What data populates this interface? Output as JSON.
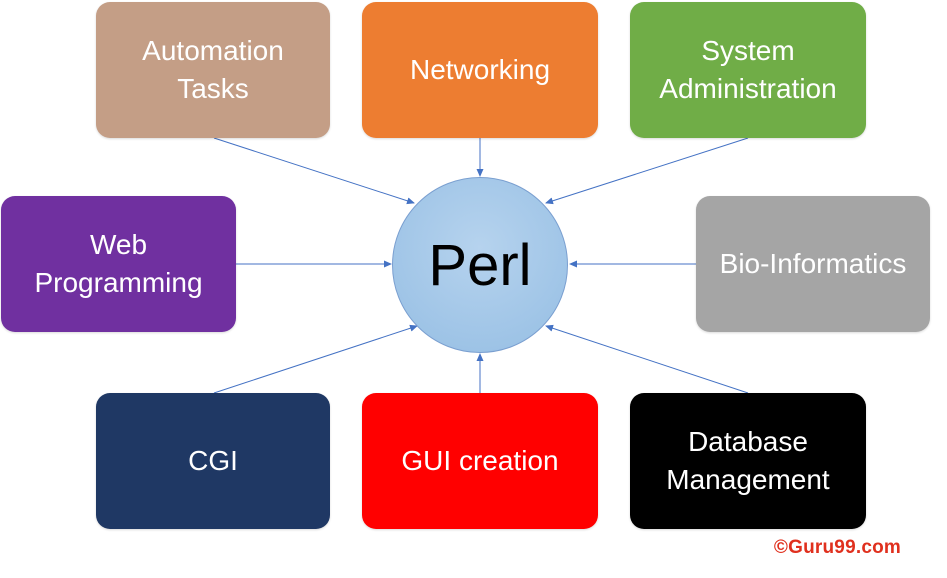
{
  "center": {
    "label": "Perl",
    "color": "#9dc3e6"
  },
  "nodes": [
    {
      "id": "automation-tasks",
      "label": "Automation\nTasks",
      "color": "#c49e86"
    },
    {
      "id": "networking",
      "label": "Networking",
      "color": "#ed7d31"
    },
    {
      "id": "system-administration",
      "label": "System\nAdministration",
      "color": "#70ad47"
    },
    {
      "id": "web-programming",
      "label": "Web\nProgramming",
      "color": "#7030a0"
    },
    {
      "id": "bio-informatics",
      "label": "Bio-Informatics",
      "color": "#a5a5a5"
    },
    {
      "id": "cgi",
      "label": "CGI",
      "color": "#1f3864"
    },
    {
      "id": "gui-creation",
      "label": "GUI creation",
      "color": "#ff0000"
    },
    {
      "id": "database-management",
      "label": "Database\nManagement",
      "color": "#000000"
    }
  ],
  "edges": [
    {
      "from": "automation-tasks",
      "to": "perl"
    },
    {
      "from": "networking",
      "to": "perl"
    },
    {
      "from": "system-administration",
      "to": "perl"
    },
    {
      "from": "web-programming",
      "to": "perl"
    },
    {
      "from": "bio-informatics",
      "to": "perl"
    },
    {
      "from": "cgi",
      "to": "perl"
    },
    {
      "from": "gui-creation",
      "to": "perl"
    },
    {
      "from": "database-management",
      "to": "perl"
    }
  ],
  "arrow_color": "#4472c4",
  "watermark": {
    "text": "©Guru99.com",
    "color": "#e0301e"
  }
}
